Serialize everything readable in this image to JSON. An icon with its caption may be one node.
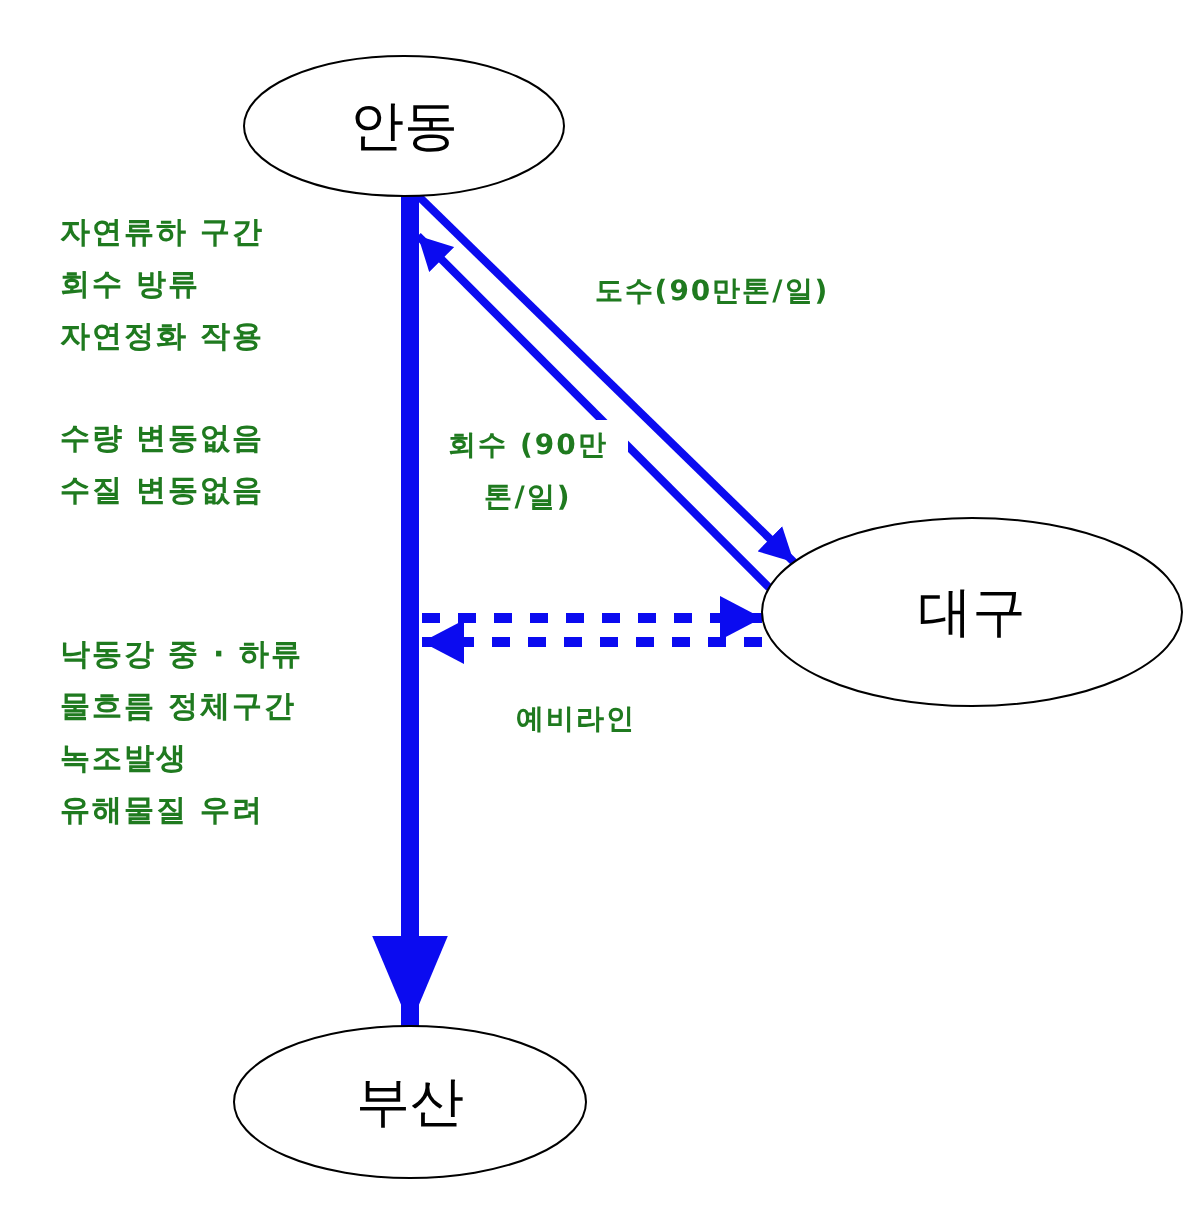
{
  "diagram": {
    "nodes": [
      {
        "text": [
          "안동"
        ]
      },
      {
        "text": [
          "대구"
        ]
      },
      {
        "text": [
          "부산"
        ]
      }
    ],
    "edges": [
      {
        "from": 0,
        "to": 1,
        "arrow": "to",
        "label": "도수(90만톤/일)"
      },
      {
        "from": 1,
        "to": 0,
        "arrow": "to",
        "label": "회수 (90만톤/일)"
      },
      {
        "from": null,
        "to": 1,
        "arrow": "to",
        "style": "dashed"
      },
      {
        "from": 1,
        "to": null,
        "arrow": "to",
        "style": "dashed",
        "label": "예비라인"
      },
      {
        "from": 0,
        "to": 2,
        "arrow": "to",
        "style": "thick"
      }
    ],
    "labels": [
      "자연류하 구간",
      "회수 방류",
      "자연정화 작용",
      "수량 변동없음",
      "수질 변동없음",
      "낙동강 중 · 하류",
      "물흐름 정체구간",
      "녹조발생",
      "유해물질 우려"
    ]
  }
}
